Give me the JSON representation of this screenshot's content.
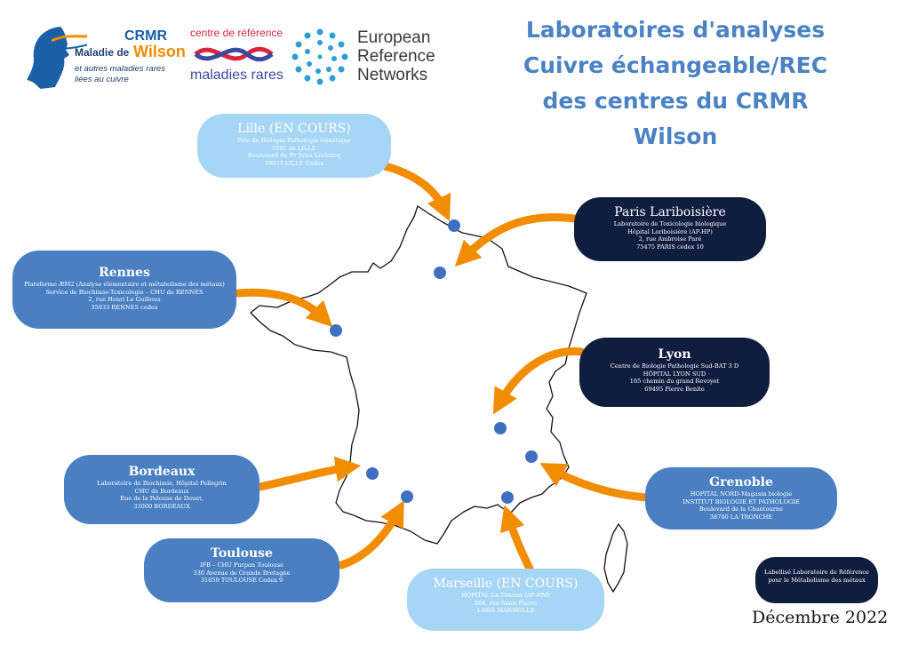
{
  "logos": {
    "crmr": {
      "name": "CRMR",
      "line1": "Maladie de",
      "line2": "Wilson",
      "line3": "et autres maladies rares",
      "line4": "liées au cuivre"
    },
    "cmr": {
      "line1": "centre de référence",
      "line2": "maladies rares"
    },
    "ern": {
      "line1": "European",
      "line2": "Reference",
      "line3": "Networks"
    }
  },
  "title": {
    "line1": "Laboratoires d'analyses",
    "line2": "Cuivre échangeable/REC",
    "line3": "des centres du CRMR Wilson"
  },
  "centers": {
    "lille": {
      "name": "Lille (EN COURS)",
      "lines": [
        "Pôle de  Biologie Pathologie Génétique",
        "CHU de LILLE",
        "Boulevard du Pr Jules Leclercq",
        "59037 LILLE Cedex"
      ]
    },
    "paris": {
      "name": "Paris Lariboisière",
      "lines": [
        "Laboratoire de Toxicologie biologique",
        "Hôpital Lariboisière (AP-HP)",
        "2, rue Ambroise Paré",
        "75475 PARIS cedex 10"
      ]
    },
    "rennes": {
      "name": "Rennes",
      "lines": [
        "Plateforme ÆM2 (Analyse élémentaire et métabolisme des métaux)",
        "Service de Biochimie-Toxicologie – CHU de RENNES",
        "2, rue Henri Le Guilloux",
        "35033 RENNES cedex"
      ]
    },
    "lyon": {
      "name": "Lyon",
      "lines": [
        "Centre de Biologie Pathologie Sud-BAT 3 D",
        "HÔPITAL LYON SUD",
        "165 chemin du grand Revoyet",
        "69495 Pierre Benite"
      ]
    },
    "bordeaux": {
      "name": "Bordeaux",
      "lines": [
        "Laboratoire de Biochimie, Hôpital Pellegrin",
        "CHU de Bordeaux",
        "Rue de la Pelouse de Douet,",
        "33000 BORDEAUX"
      ]
    },
    "grenoble": {
      "name": "Grenoble",
      "lines": [
        "HOPITAL NORD-Magasin biologie",
        "INSTITUT BIOLOGIE ET PATHOLOGIE",
        "Boulevard de la Chantourne",
        "38700 LA TRONCHE"
      ]
    },
    "toulouse": {
      "name": "Toulouse",
      "lines": [
        "IFB – CHU Purpan Toulouse",
        "330 Avenue de Grande Bretagne",
        "31059 TOULOUSE Cedex 9"
      ]
    },
    "marseille": {
      "name": "Marseille (EN COURS)",
      "lines": [
        "HOPITAL La Timone (AP-HM)",
        "264, rue Saint Pierre",
        "13005 MARSEILLE"
      ]
    }
  },
  "label": {
    "line1": "Labellisé Laboratoire de Référence",
    "line2": "pour le Métabolisme des métaux"
  },
  "date": "Décembre 2022",
  "colors": {
    "title": "#4a82c3",
    "light": "#a6d6f6",
    "mid": "#4a7fc2",
    "dark": "#0f1d3f",
    "arrow": "#f28c00",
    "dot": "#3f6fc0"
  }
}
